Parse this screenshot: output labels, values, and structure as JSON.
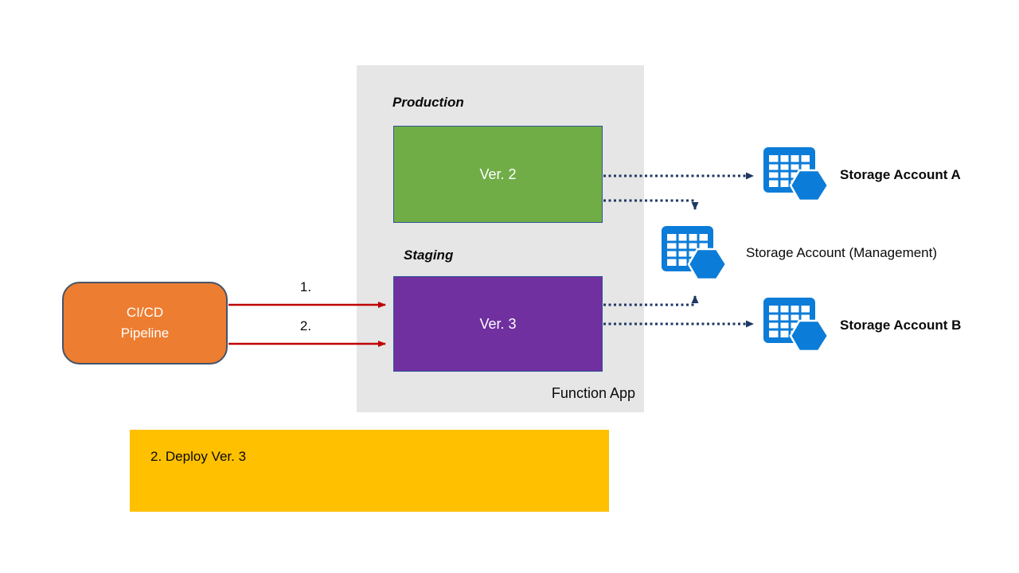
{
  "function_app": {
    "label": "Function App",
    "production_label": "Production",
    "production_slot_label": "Ver. 2",
    "staging_label": "Staging",
    "staging_slot_label": "Ver. 3"
  },
  "pipeline": {
    "line1": "CI/CD",
    "line2": "Pipeline"
  },
  "steps": {
    "step1": "1.",
    "step2": "2."
  },
  "storage": {
    "a_label": "Storage Account A",
    "management_label": "Storage Account (Management)",
    "b_label": "Storage Account B"
  },
  "note": {
    "label": "2. Deploy Ver. 3"
  },
  "colors": {
    "production_green": "#70AD47",
    "staging_purple": "#7030A0",
    "pipeline_orange": "#ED7D31",
    "note_yellow": "#FFC000",
    "arrow_red": "#C00000",
    "arrow_navy": "#1F3864",
    "storage_blue": "#0B7CD8",
    "container_gray": "#E6E6E6"
  }
}
